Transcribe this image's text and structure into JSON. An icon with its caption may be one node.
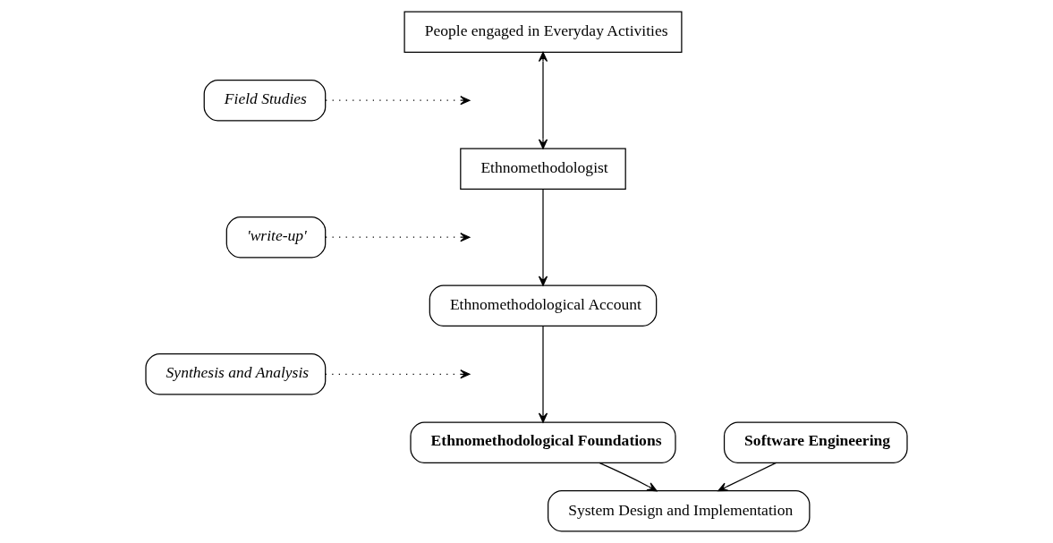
{
  "diagram": {
    "nodes": [
      {
        "text": [
          "People engaged in Everyday Activities"
        ]
      },
      {
        "text": [
          "Field Studies"
        ]
      },
      {
        "text": [
          "Ethnomethodologist"
        ]
      },
      {
        "text": [
          "'write-up'"
        ]
      },
      {
        "text": [
          "Ethnomethodological Account"
        ]
      },
      {
        "text": [
          "Synthesis and Analysis"
        ]
      },
      {
        "text": [
          "Ethnomethodological Foundations"
        ]
      },
      {
        "text": [
          "Software Engineering"
        ]
      },
      {
        "text": [
          "System Design and Implementation"
        ]
      }
    ],
    "edges": [
      {
        "from": 0,
        "to": 2,
        "arrow": "both"
      },
      {
        "from": 1,
        "to": null,
        "arrow": "to",
        "style": "dashed"
      },
      {
        "from": 2,
        "to": 4,
        "arrow": "to"
      },
      {
        "from": 3,
        "to": null,
        "arrow": "to",
        "style": "dashed"
      },
      {
        "from": 4,
        "to": 6,
        "arrow": "to"
      },
      {
        "from": 5,
        "to": null,
        "arrow": "to",
        "style": "dashed"
      },
      {
        "from": 6,
        "to": 8,
        "arrow": "to"
      },
      {
        "from": 7,
        "to": 8,
        "arrow": "to"
      }
    ]
  }
}
